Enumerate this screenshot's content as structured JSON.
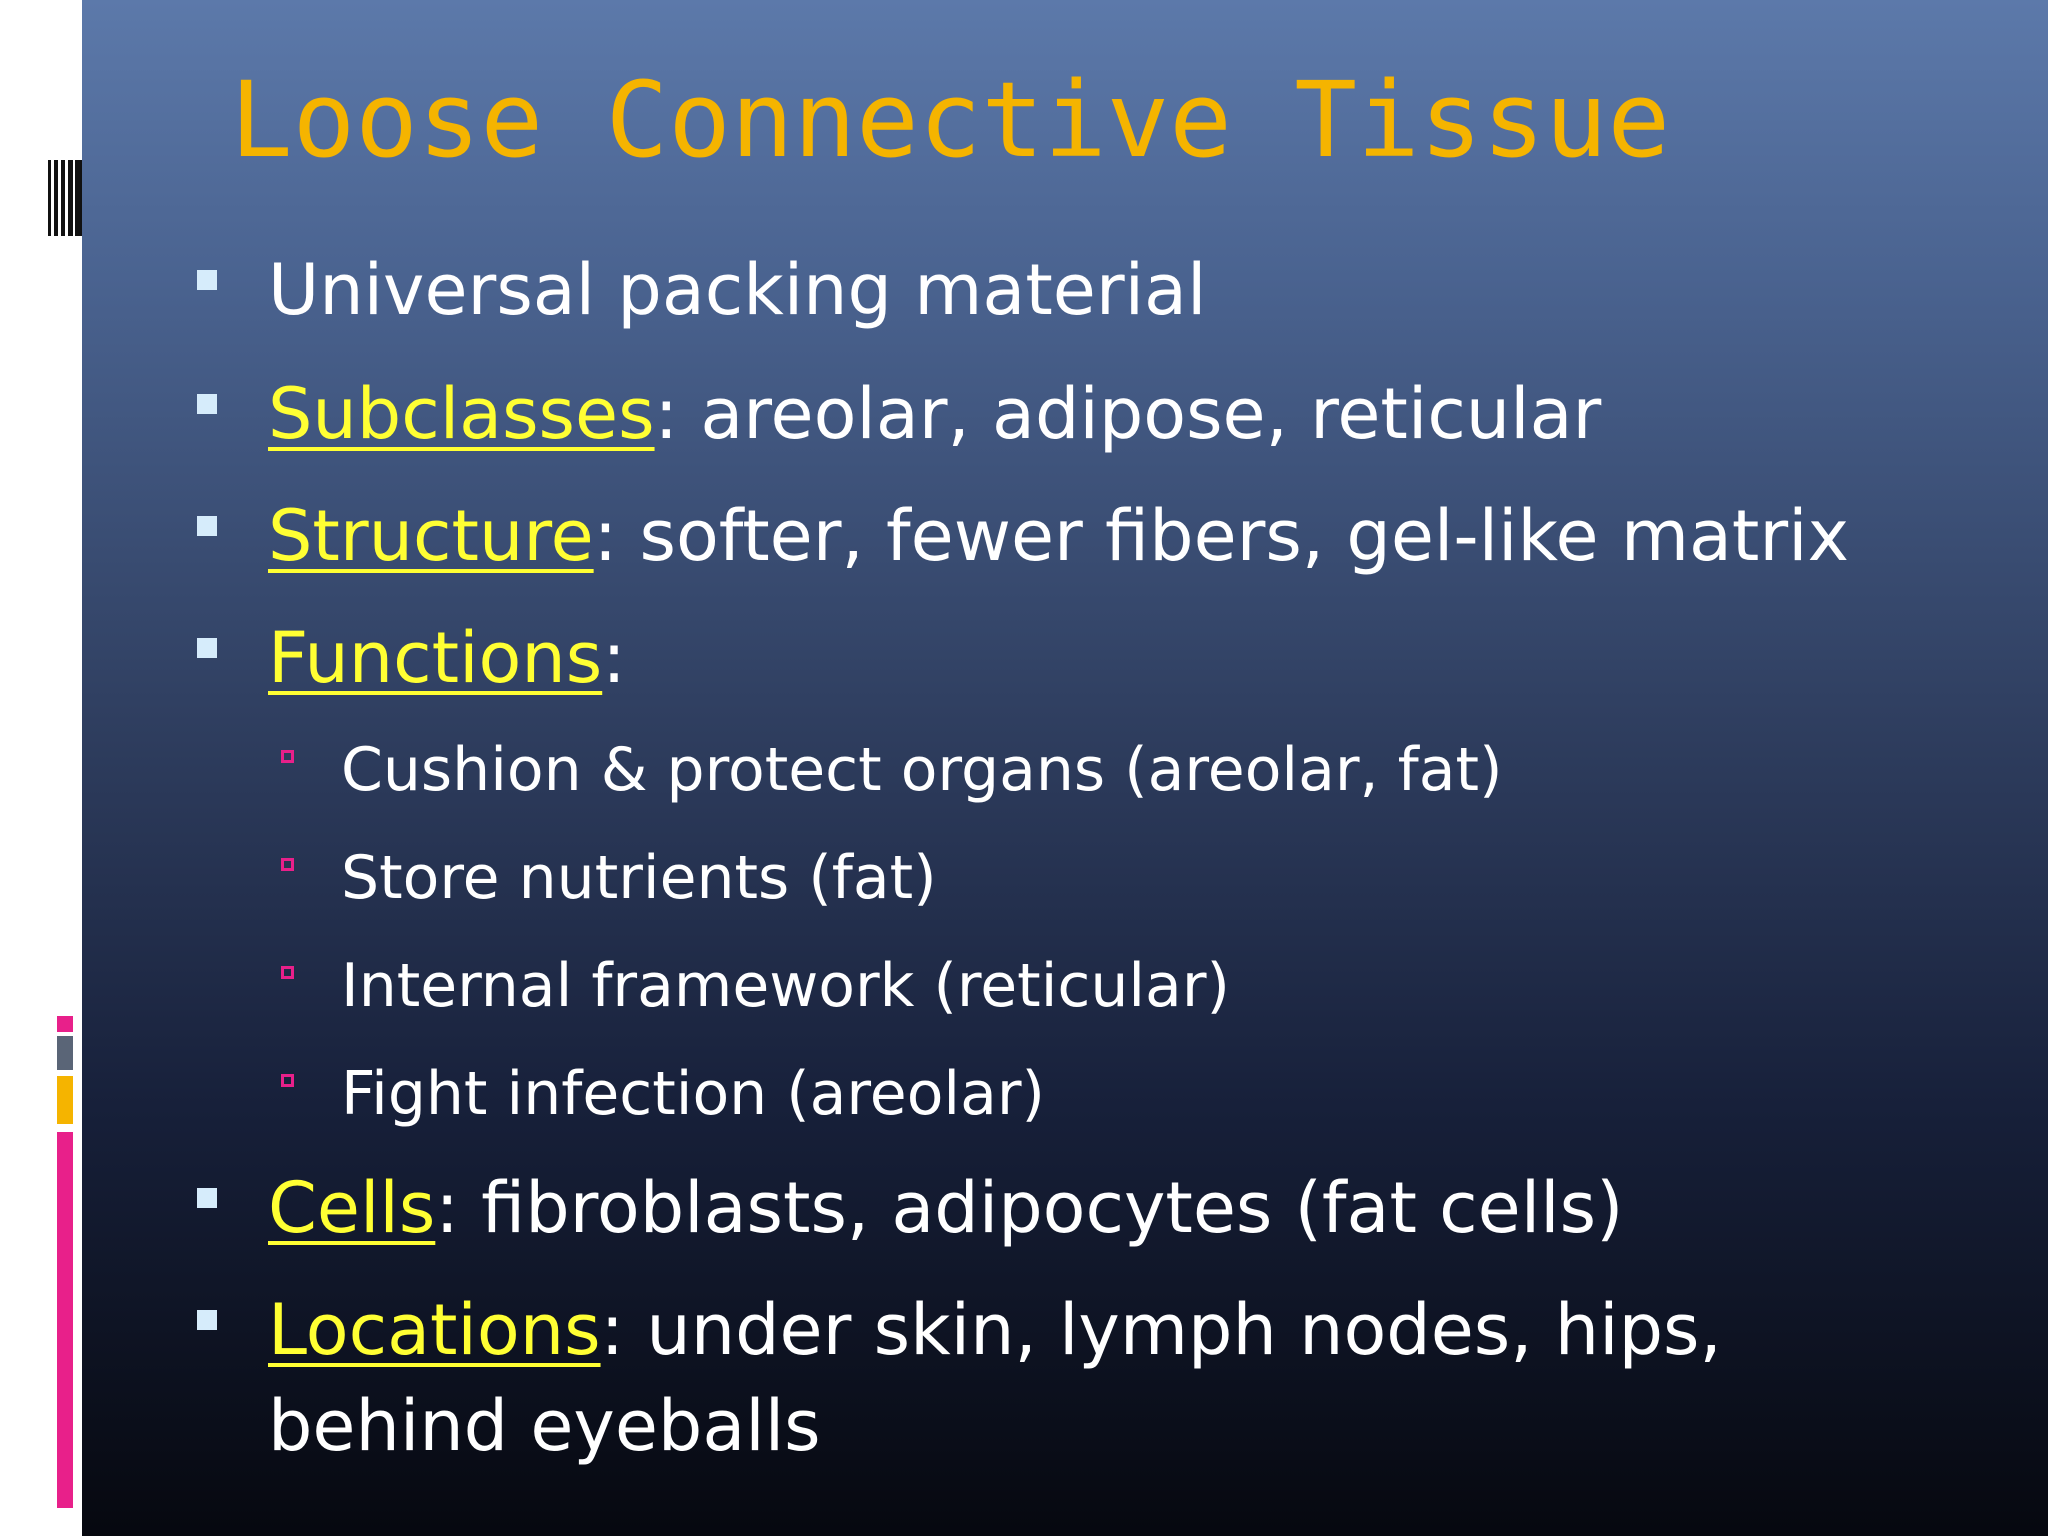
{
  "slide": {
    "title": "Loose Connective Tissue",
    "bullets": [
      {
        "label": "",
        "sep": "",
        "text": "Universal packing material"
      },
      {
        "label": "Subclasses",
        "sep": ":",
        "text": " areolar, adipose, reticular"
      },
      {
        "label": "Structure",
        "sep": ":",
        "text": " softer, fewer fibers, gel-like matrix"
      },
      {
        "label": "Functions",
        "sep": ":",
        "text": ""
      },
      {
        "label": "Cells",
        "sep": ":",
        "text": " fibroblasts, adipocytes (fat cells)"
      },
      {
        "label": "Locations",
        "sep": ":",
        "text": " under skin, lymph nodes, hips,",
        "continuation": "behind eyeballs"
      }
    ],
    "functions": [
      "Cushion & protect organs (areolar, fat)",
      "Store nutrients (fat)",
      "Internal framework (reticular)",
      "Fight infection (areolar)"
    ]
  },
  "colors": {
    "title": "#f5b400",
    "label": "#ffff33",
    "body_text": "#ffffff",
    "bullet_level1": "#d6ecfb",
    "bullet_level2": "#e8208a",
    "background_top": "#5c79aa",
    "background_bottom": "#06080f"
  }
}
